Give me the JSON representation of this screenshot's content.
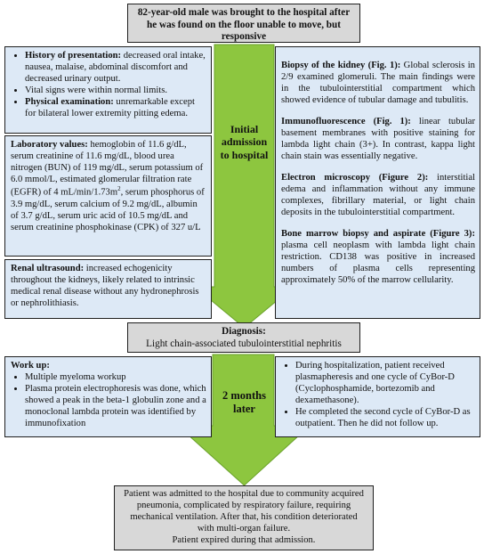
{
  "top": {
    "text": "82-year-old male was brought to the hospital after he was found on the floor unable to move, but responsive"
  },
  "history": {
    "items": [
      {
        "label": "History of presentation:",
        "text": " decreased oral intake, nausea, malaise, abdominal discomfort and decreased urinary output."
      },
      {
        "label": "",
        "text": "Vital signs were within normal limits."
      },
      {
        "label": "Physical examination:",
        "text": " unremarkable except for bilateral lower extremity pitting edema."
      }
    ]
  },
  "labs": {
    "label": "Laboratory values:",
    "text1": " hemoglobin of 11.6 g/dL, serum creatinine of 11.6 mg/dL, blood urea nitrogen (BUN) of 119 mg/dL, serum potassium of 6.0 mmol/L, estimated glomerular filtration rate (EGFR) of 4 mL/min/1.73m",
    "sup": "2",
    "text2": ", serum phosphorus of 3.9 mg/dL, serum calcium of 9.2 mg/dL, albumin of 3.7 g/dL, serum uric acid of 10.5 mg/dL and serum creatinine phosphokinase (CPK) of 327 u/L"
  },
  "ultrasound": {
    "label": "Renal ultrasound:",
    "text": " increased echogenicity throughout the kidneys, likely related to intrinsic medical renal disease without any hydronephrosis or nephrolithiasis."
  },
  "initial": {
    "text": "Initial admission to hospital"
  },
  "biopsy": {
    "sections": [
      {
        "label": "Biopsy of the kidney (Fig. 1):",
        "text": " Global sclerosis in 2/9 examined glomeruli. The main findings were in the tubulointerstitial compartment which showed evidence of tubular damage and tubulitis."
      },
      {
        "label": "Immunofluorescence (Fig. 1):",
        "text": " linear tubular basement membranes with positive staining for lambda light chain (3+). In contrast, kappa light chain stain was essentially negative."
      },
      {
        "label": "Electron microscopy (Figure 2):",
        "text": " interstitial edema and inflammation without any immune complexes, fibrillary material, or light chain deposits in the tubulointerstitial compartment."
      },
      {
        "label": "Bone marrow biopsy and aspirate (Figure 3):",
        "text": " plasma cell neoplasm with lambda light chain restriction. CD138 was positive in increased numbers of plasma cells representing approximately 50% of the marrow cellularity."
      }
    ]
  },
  "diagnosis": {
    "label": "Diagnosis:",
    "text": "Light chain-associated tubulointerstitial nephritis"
  },
  "workup": {
    "label": "Work up:",
    "items": [
      "Multiple myeloma workup",
      "Plasma protein electrophoresis was done, which showed a peak in the beta-1 globulin zone and a monoclonal lambda protein was identified by immunofixation"
    ]
  },
  "months": {
    "text": "2 months later"
  },
  "treatment": {
    "items": [
      "During hospitalization, patient received plasmapheresis and one cycle of CyBor-D (Cyclophosphamide, bortezomib and dexamethasone).",
      "He completed the second cycle of CyBor-D as outpatient. Then he did not follow up."
    ]
  },
  "outcome": {
    "text1": "Patient was admitted to the hospital due to community acquired pneumonia, complicated by respiratory failure, requiring mechanical ventilation. After that, his condition deteriorated with multi-organ failure.",
    "text2": "Patient expired during that admission."
  },
  "colors": {
    "arrow": "#8dc63f",
    "blue_box": "#dde9f6",
    "gray_box": "#d8d8d8"
  }
}
